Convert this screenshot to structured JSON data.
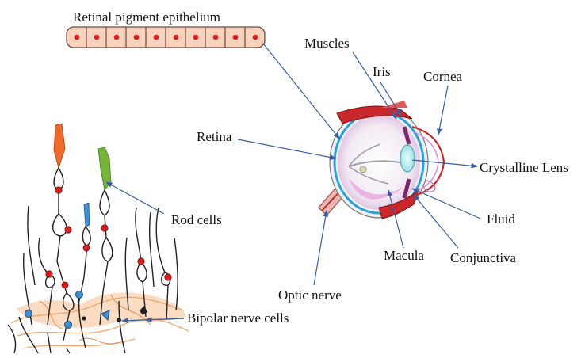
{
  "labels": {
    "retinal_pigment_epithelium": "Retinal pigment epithelium",
    "muscles": "Muscles",
    "iris": "Iris",
    "cornea": "Cornea",
    "retina": "Retina",
    "crystalline_lens": "Crystalline Lens",
    "rod_cells": "Rod cells",
    "fluid": "Fluid",
    "macula": "Macula",
    "conjunctiva": "Conjunctiva",
    "optic_nerve": "Optic nerve",
    "bipolar_nerve_cells": "Bipolar nerve cells"
  },
  "colors": {
    "leader_line": "#3a5fa0",
    "epithelium_cell": "#f8d2bc",
    "nucleus": "#d81e1e",
    "muscle": "#c9272c",
    "cone_cell": "#ee6a2b",
    "rod_cell": "#77b43c",
    "blue_cell": "#3f8fd0",
    "nerve_mesh": "#f5b27a",
    "retina_ring": "#2aa2d6"
  }
}
